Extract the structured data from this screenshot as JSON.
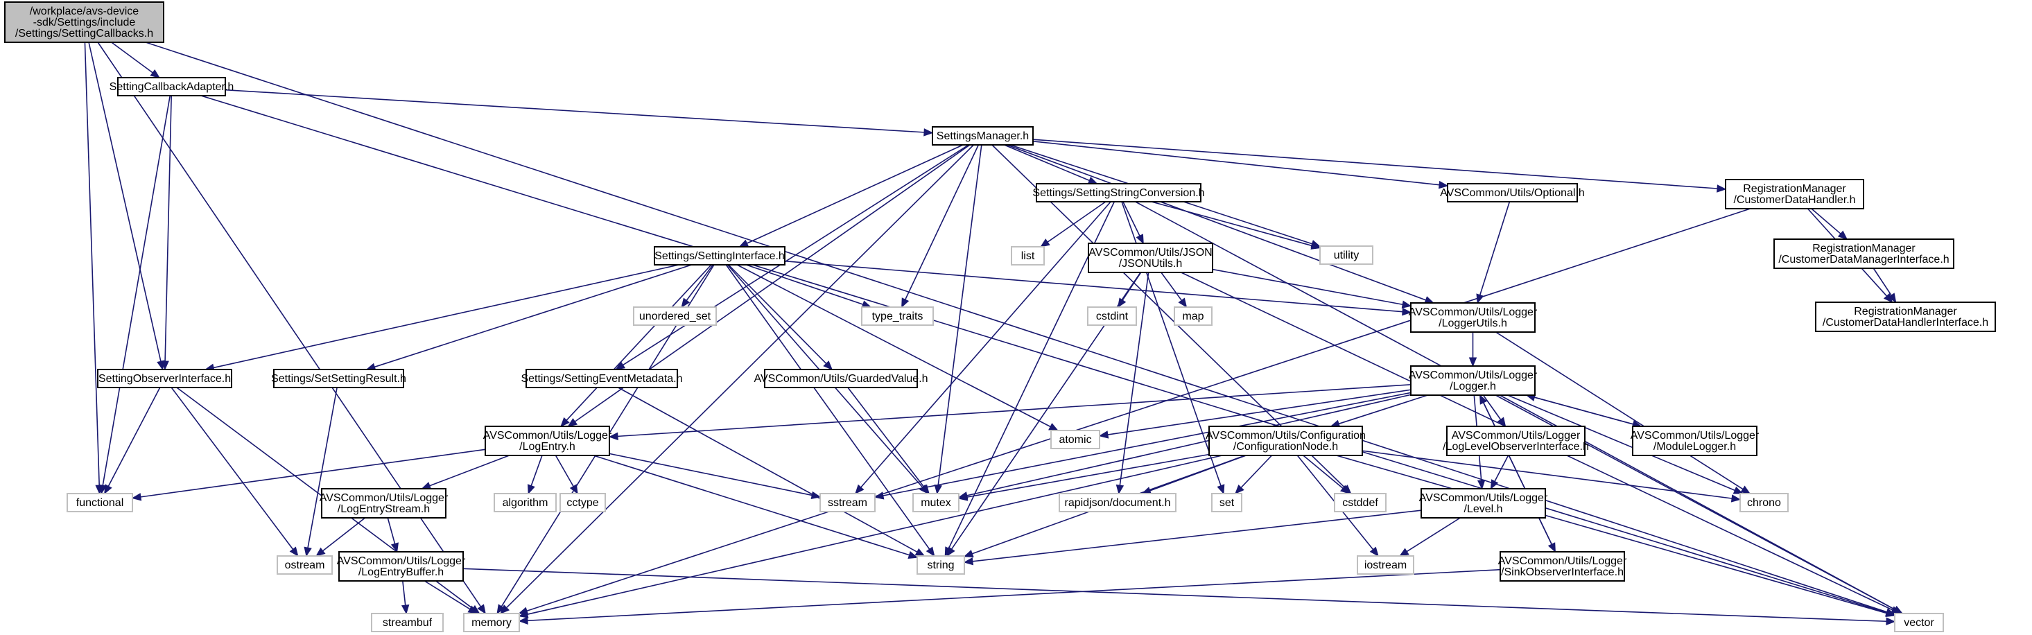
{
  "colors": {
    "edge": "#191970",
    "box_border": "#000000",
    "ext_border": "#bfbfbf",
    "root_fill": "#bfbfbf",
    "text": "#000000"
  },
  "nodes": {
    "root": [
      "/workplace/avs-device",
      "-sdk/Settings/include",
      "/Settings/SettingCallbacks.h"
    ],
    "setting_callback_adapter": [
      "SettingCallbackAdapter.h"
    ],
    "settings_manager": [
      "SettingsManager.h"
    ],
    "setting_string_conversion": [
      "Settings/SettingStringConversion.h"
    ],
    "optional": [
      "AVSCommon/Utils/Optional.h"
    ],
    "customer_data_handler": [
      "RegistrationManager",
      "/CustomerDataHandler.h"
    ],
    "customer_data_manager_interface": [
      "RegistrationManager",
      "/CustomerDataManagerInterface.h"
    ],
    "customer_data_handler_interface": [
      "RegistrationManager",
      "/CustomerDataHandlerInterface.h"
    ],
    "setting_interface": [
      "Settings/SettingInterface.h"
    ],
    "json_utils": [
      "AVSCommon/Utils/JSON",
      "/JSONUtils.h"
    ],
    "logger_utils": [
      "AVSCommon/Utils/Logger",
      "/LoggerUtils.h"
    ],
    "logger": [
      "AVSCommon/Utils/Logger",
      "/Logger.h"
    ],
    "setting_observer_interface": [
      "SettingObserverInterface.h"
    ],
    "set_setting_result": [
      "Settings/SetSettingResult.h"
    ],
    "setting_event_metadata": [
      "Settings/SettingEventMetadata.h"
    ],
    "guarded_value": [
      "AVSCommon/Utils/GuardedValue.h"
    ],
    "log_entry": [
      "AVSCommon/Utils/Logger",
      "/LogEntry.h"
    ],
    "configuration_node": [
      "AVSCommon/Utils/Configuration",
      "/ConfigurationNode.h"
    ],
    "log_level_observer_interface": [
      "AVSCommon/Utils/Logger",
      "/LogLevelObserverInterface.h"
    ],
    "module_logger": [
      "AVSCommon/Utils/Logger",
      "/ModuleLogger.h"
    ],
    "log_entry_stream": [
      "AVSCommon/Utils/Logger",
      "/LogEntryStream.h"
    ],
    "log_entry_buffer": [
      "AVSCommon/Utils/Logger",
      "/LogEntryBuffer.h"
    ],
    "level": [
      "AVSCommon/Utils/Logger",
      "/Level.h"
    ],
    "sink_observer_interface": [
      "AVSCommon/Utils/Logger",
      "/SinkObserverInterface.h"
    ],
    "utility": [
      "utility"
    ],
    "list": [
      "list"
    ],
    "type_traits": [
      "type_traits"
    ],
    "unordered_set": [
      "unordered_set"
    ],
    "cstdint": [
      "cstdint"
    ],
    "map": [
      "map"
    ],
    "functional": [
      "functional"
    ],
    "atomic": [
      "atomic"
    ],
    "sstream": [
      "sstream"
    ],
    "mutex": [
      "mutex"
    ],
    "algorithm": [
      "algorithm"
    ],
    "cctype": [
      "cctype"
    ],
    "rapidjson_document": [
      "rapidjson/document.h"
    ],
    "set": [
      "set"
    ],
    "cstddef": [
      "cstddef"
    ],
    "chrono": [
      "chrono"
    ],
    "ostream": [
      "ostream"
    ],
    "string": [
      "string"
    ],
    "iostream": [
      "iostream"
    ],
    "streambuf": [
      "streambuf"
    ],
    "memory": [
      "memory"
    ],
    "vector": [
      "vector"
    ]
  }
}
